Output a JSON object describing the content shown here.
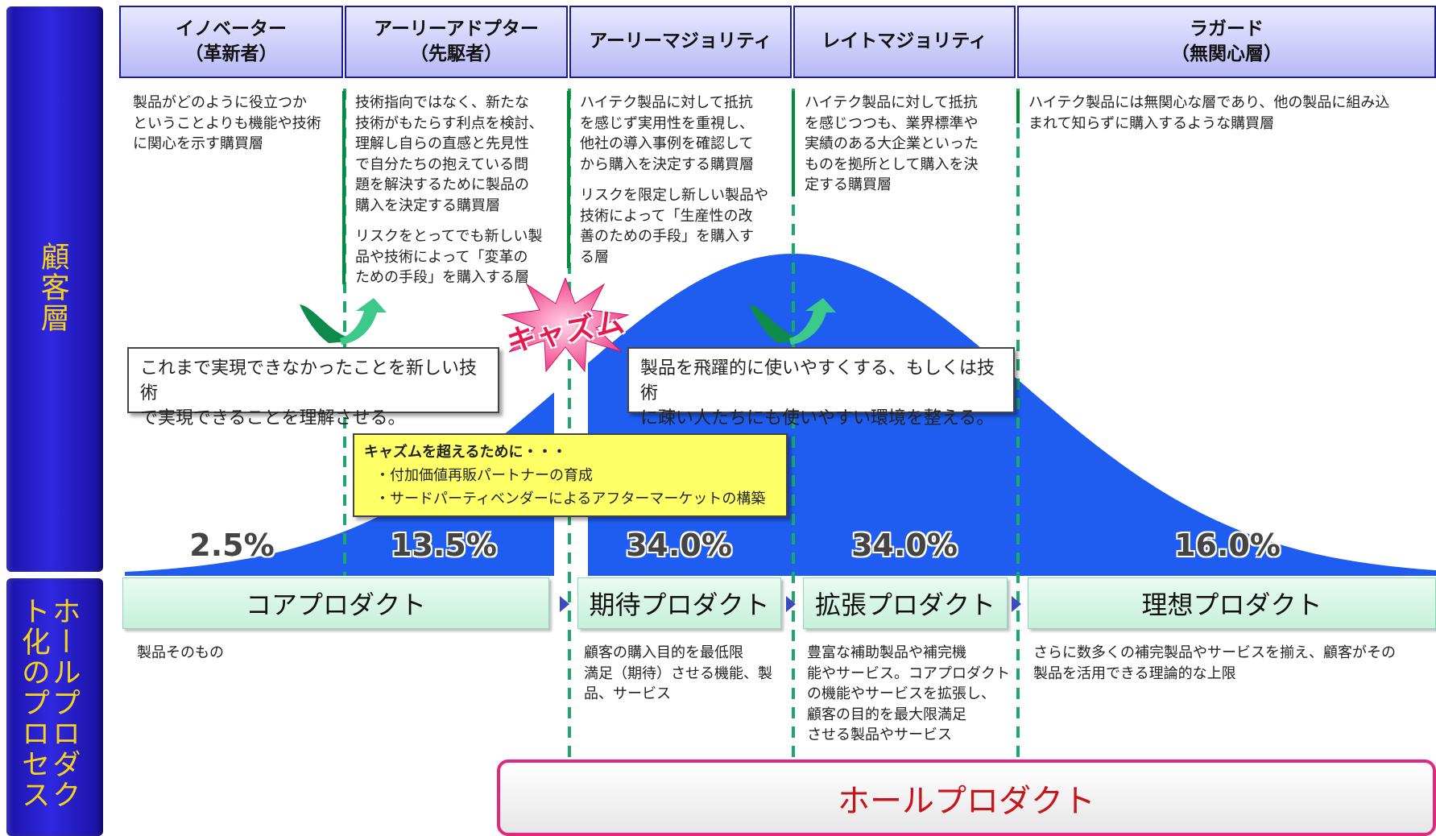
{
  "sidebar": {
    "customer_label": "顧客層",
    "process_label": "ホールプロダクト化のプロセス"
  },
  "headers": [
    {
      "label": "イノベーター\n（革新者）"
    },
    {
      "label": "アーリーアドプター\n（先駆者）"
    },
    {
      "label": "アーリーマジョリティ"
    },
    {
      "label": "レイトマジョリティ"
    },
    {
      "label": "ラガード\n（無関心層）"
    }
  ],
  "descriptions": [
    "製品がどのように役立つか\nということよりも機能や技術\nに関心を示す購買層",
    "技術指向ではなく、新たな\n技術がもたらす利点を検討、\n理解し自らの直感と先見性\nで自分たちの抱えている問\n題を解決するために製品の\n購入を決定する購買層",
    "ハイテク製品に対して抵抗\nを感じず実用性を重視し、\n他社の導入事例を確認して\nから購入を決定する購買層",
    "ハイテク製品に対して抵抗\nを感じつつも、業界標準や\n実績のある大企業といった\nものを拠所として購入を決\n定する購買層",
    "ハイテク製品には無関心な層であり、他の製品に組み込\nまれて知らずに購入するような購買層"
  ],
  "descriptions_extra": {
    "early_adopter": "リスクをとってでも新しい製\n品や技術によって「変革の\nための手段」を購入する層",
    "early_majority": "リスクを限定し新しい製品や\n技術によって「生産性の改\n善のための手段」を購入す\nる層"
  },
  "chasm_label": "キャズム",
  "callouts": {
    "left": "これまで実現できなかったことを新しい技術\nで実現できることを理解させる。",
    "right": "製品を飛躍的に使いやすくする、もしくは技術\nに疎い人たちにも使いやすい環境を整える。"
  },
  "yellow_box": {
    "title": "キャズムを超えるために・・・",
    "items": [
      "・付加価値再販パートナーの育成",
      "・サードパーティベンダーによるアフターマーケットの構築"
    ]
  },
  "chart_data": {
    "type": "area",
    "categories": [
      "イノベーター",
      "アーリーアドプター",
      "アーリーマジョリティ",
      "レイトマジョリティ",
      "ラガード"
    ],
    "values": [
      2.5,
      13.5,
      34.0,
      34.0,
      16.0
    ],
    "value_labels": [
      "2.5%",
      "13.5%",
      "34.0%",
      "34.0%",
      "16.0%"
    ]
  },
  "products": [
    {
      "label": "コアプロダクト",
      "desc": "製品そのもの"
    },
    {
      "label": "期待プロダクト",
      "desc": "顧客の購入目的を最低限\n満足（期待）させる機能、製\n品、サービス"
    },
    {
      "label": "拡張プロダクト",
      "desc": "豊富な補助製品や補完機\n能やサービス。コアプロダクト\nの機能やサービスを拡張し、\n顧客の目的を最大限満足\nさせる製品やサービス"
    },
    {
      "label": "理想プロダクト",
      "desc": "さらに数多くの補完製品やサービスを揃え、顧客がその\n製品を活用できる理論的な上限"
    }
  ],
  "whole_product": "ホールプロダクト",
  "colors": {
    "curve": "#1f5cf0",
    "header_border": "#1c1c9a",
    "sidebar": "#2a22d0",
    "sidebar_text": "#f6d21a",
    "divider": "#1aa86b",
    "chasm_text": "#e8174f",
    "whole_border": "#e0287e"
  }
}
